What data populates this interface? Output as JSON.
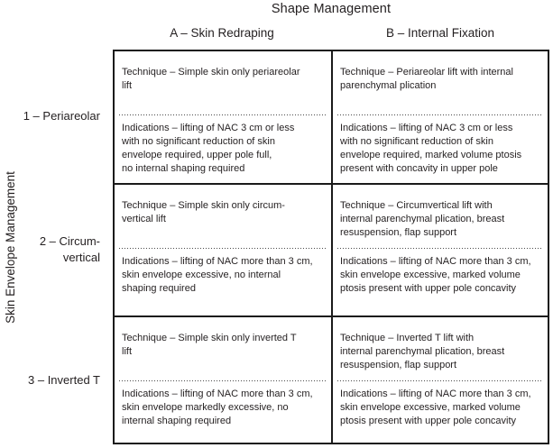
{
  "figure": {
    "title": "Shape Management",
    "y_axis_label": "Skin Envelope Management",
    "columns": [
      "A – Skin Redraping",
      "B – Internal Fixation"
    ],
    "rows": [
      {
        "label": "1 – Periareolar",
        "cells": [
          {
            "technique": "Technique – Simple skin only periareolar\nlift",
            "indications": "Indications – lifting of NAC 3 cm or less\nwith no significant reduction of skin\nenvelope required, upper pole full,\nno internal shaping required"
          },
          {
            "technique": "Technique – Periareolar lift with internal\nparenchymal plication",
            "indications": "Indications – lifting of NAC 3 cm or less\nwith no significant reduction of skin\nenvelope required, marked volume ptosis\npresent with concavity in upper pole"
          }
        ]
      },
      {
        "label": "2 – Circum-\nvertical",
        "cells": [
          {
            "technique": "Technique – Simple skin only circum-\nvertical lift",
            "indications": "Indications – lifting of NAC more than 3 cm,\nskin envelope excessive, no internal\nshaping required"
          },
          {
            "technique": "Technique – Circumvertical lift with\ninternal parenchymal plication, breast\nresuspension, flap support",
            "indications": "Indications – lifting of NAC more than 3 cm,\nskin envelope excessive, marked volume\nptosis present with upper pole concavity"
          }
        ]
      },
      {
        "label": "3 – Inverted T",
        "cells": [
          {
            "technique": "Technique – Simple skin only inverted T\nlift",
            "indications": "Indications – lifting of NAC more than 3 cm,\nskin envelope markedly excessive, no\ninternal shaping required"
          },
          {
            "technique": "Technique – Inverted T lift with\ninternal parenchymal plication, breast\nresuspension, flap support",
            "indications": "Indications – lifting of NAC more than 3 cm,\nskin envelope excessive, marked volume\nptosis present with upper pole concavity"
          }
        ]
      }
    ],
    "colors": {
      "text": "#231f20",
      "border": "#1a1a1a",
      "background": "#ffffff"
    }
  }
}
